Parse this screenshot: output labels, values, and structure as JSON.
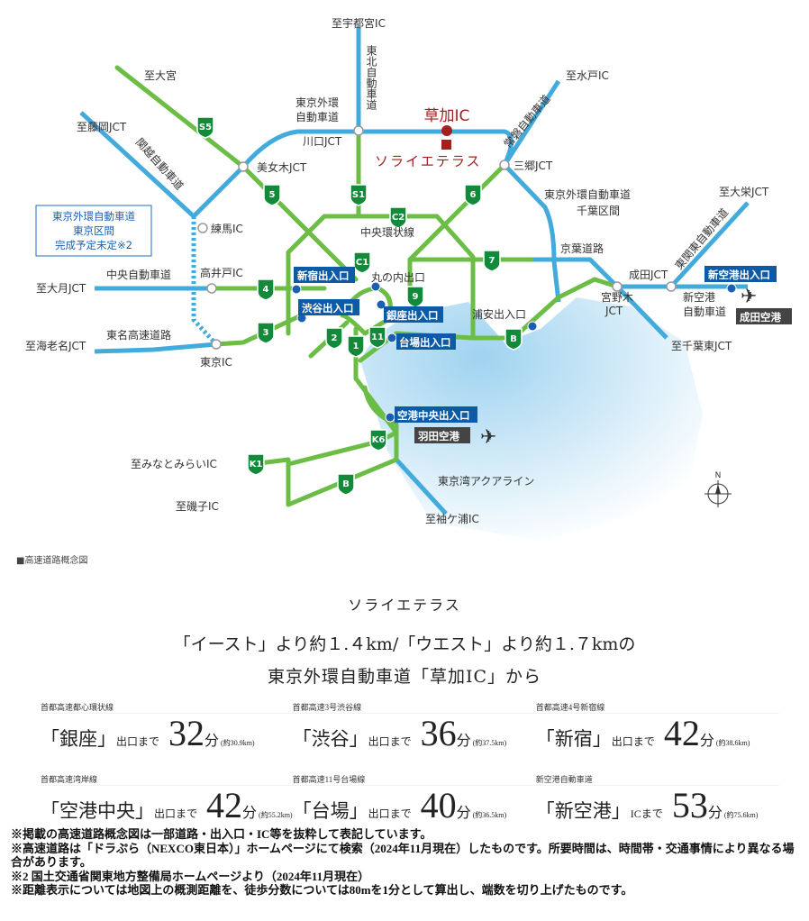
{
  "colors": {
    "expressway": "#6bbd45",
    "highway": "#42abdc",
    "exit_box": "#0d5aa7",
    "site": "#a3201f",
    "sea": "#bfe3f5"
  },
  "map": {
    "caption": "■高速道路概念図",
    "site": {
      "ic": "草加IC",
      "name": "ソライエテラス"
    },
    "labels": {
      "utsunomiya": "至宇都宮IC",
      "tohoku": "東北自動車道",
      "omiya": "至大宮",
      "mito": "至水戸IC",
      "fujioka": "至藤岡JCT",
      "kanetsu": "関越自動車道",
      "gaikan": "東京外環",
      "gaikan2": "自動車道",
      "joban": "常磐自動車道",
      "kawaguchi": "川口JCT",
      "bijogi": "美女木JCT",
      "misato": "三郷JCT",
      "gaikan_chiba1": "東京外環自動車道",
      "gaikan_chiba2": "千葉区間",
      "taiei": "至大栄JCT",
      "higashikanto": "東関東自動車道",
      "nerima": "練馬IC",
      "chuokanjo": "中央環状線",
      "keiyo": "京葉道路",
      "otsuki": "至大月JCT",
      "chuo": "中央自動車道",
      "takaido": "高井戸IC",
      "narita_jct": "成田JCT",
      "miyanogi1": "宮野木",
      "miyanogi2": "JCT",
      "shinkuko_road1": "新空港",
      "shinkuko_road2": "自動車道",
      "chibahigashi": "至千葉東JCT",
      "urayasu": "浦安出入口",
      "ebina": "至海老名JCT",
      "tomei": "東名高速道路",
      "tokyo_ic": "東京IC",
      "marunouchi": "丸の内出口",
      "aqualine": "東京湾アクアライン",
      "minatomirai": "至みなとみらいIC",
      "isogo": "至磯子IC",
      "sodegaura": "至袖ケ浦IC",
      "north": "N"
    },
    "note_box": [
      "東京外環自動車道",
      "東京区間",
      "完成予定未定※2"
    ],
    "exits": {
      "shinjuku": "新宿出入口",
      "shibuya": "渋谷出入口",
      "ginza": "銀座出入口",
      "daiba": "台場出入口",
      "kukochuo": "空港中央出入口",
      "shinkuko": "新空港出入口"
    },
    "airports": {
      "haneda": "羽田空港",
      "narita": "成田空港"
    },
    "shields": {
      "s5": "S5",
      "s1": "S1",
      "r5": "5",
      "r6": "6",
      "c2": "C2",
      "c1": "C1",
      "r4": "4",
      "r3": "3",
      "r2": "2",
      "r1": "1",
      "r11": "11",
      "r9": "9",
      "r7": "7",
      "b_east": "B",
      "b_west": "B",
      "k1": "K1",
      "k6": "K6"
    },
    "icons": [
      "airplane-icon",
      "compass-icon",
      "site-marker-icon"
    ]
  },
  "hero": {
    "name": "ソライエテラス",
    "line1": "「イースト」より約１.４km/「ウエスト」より約１.７kmの",
    "line2": "東京外環自動車道「草加IC」から"
  },
  "routes": [
    {
      "line": "首都高速都心環状線",
      "dest": "「銀座」",
      "to": "出口まで",
      "minutes": "32",
      "unit": "分",
      "km": "(約30.9km)"
    },
    {
      "line": "首都高速3号渋谷線",
      "dest": "「渋谷」",
      "to": "出口まで",
      "minutes": "36",
      "unit": "分",
      "km": "(約37.5km)"
    },
    {
      "line": "首都高速4号新宿線",
      "dest": "「新宿」",
      "to": "出口まで",
      "minutes": "42",
      "unit": "分",
      "km": "(約38.6km)"
    },
    {
      "line": "首都高速湾岸線",
      "dest": "「空港中央」",
      "to": "出口まで",
      "minutes": "42",
      "unit": "分",
      "km": "(約55.2km)"
    },
    {
      "line": "首都高速11号台場線",
      "dest": "「台場」",
      "to": "出口まで",
      "minutes": "40",
      "unit": "分",
      "km": "(約36.5km)"
    },
    {
      "line": "新空港自動車道",
      "dest": "「新空港」",
      "to": "ICまで",
      "minutes": "53",
      "unit": "分",
      "km": "(約75.6km)"
    }
  ],
  "notes": [
    "※掲載の高速道路概念図は一部道路・出入口・IC等を抜粋して表記しています。",
    "※高速道路は「ドラぷら（NEXCO東日本）」ホームページにて検索（2024年11月現在）したものです。所要時間は、時間帯・交通事情により異なる場合があります。",
    "※2 国土交通省関東地方整備局ホームページより（2024年11月現在）",
    "※距離表示については地図上の概測距離を、徒歩分数については80mを1分として算出し、端数を切り上げたものです。"
  ]
}
